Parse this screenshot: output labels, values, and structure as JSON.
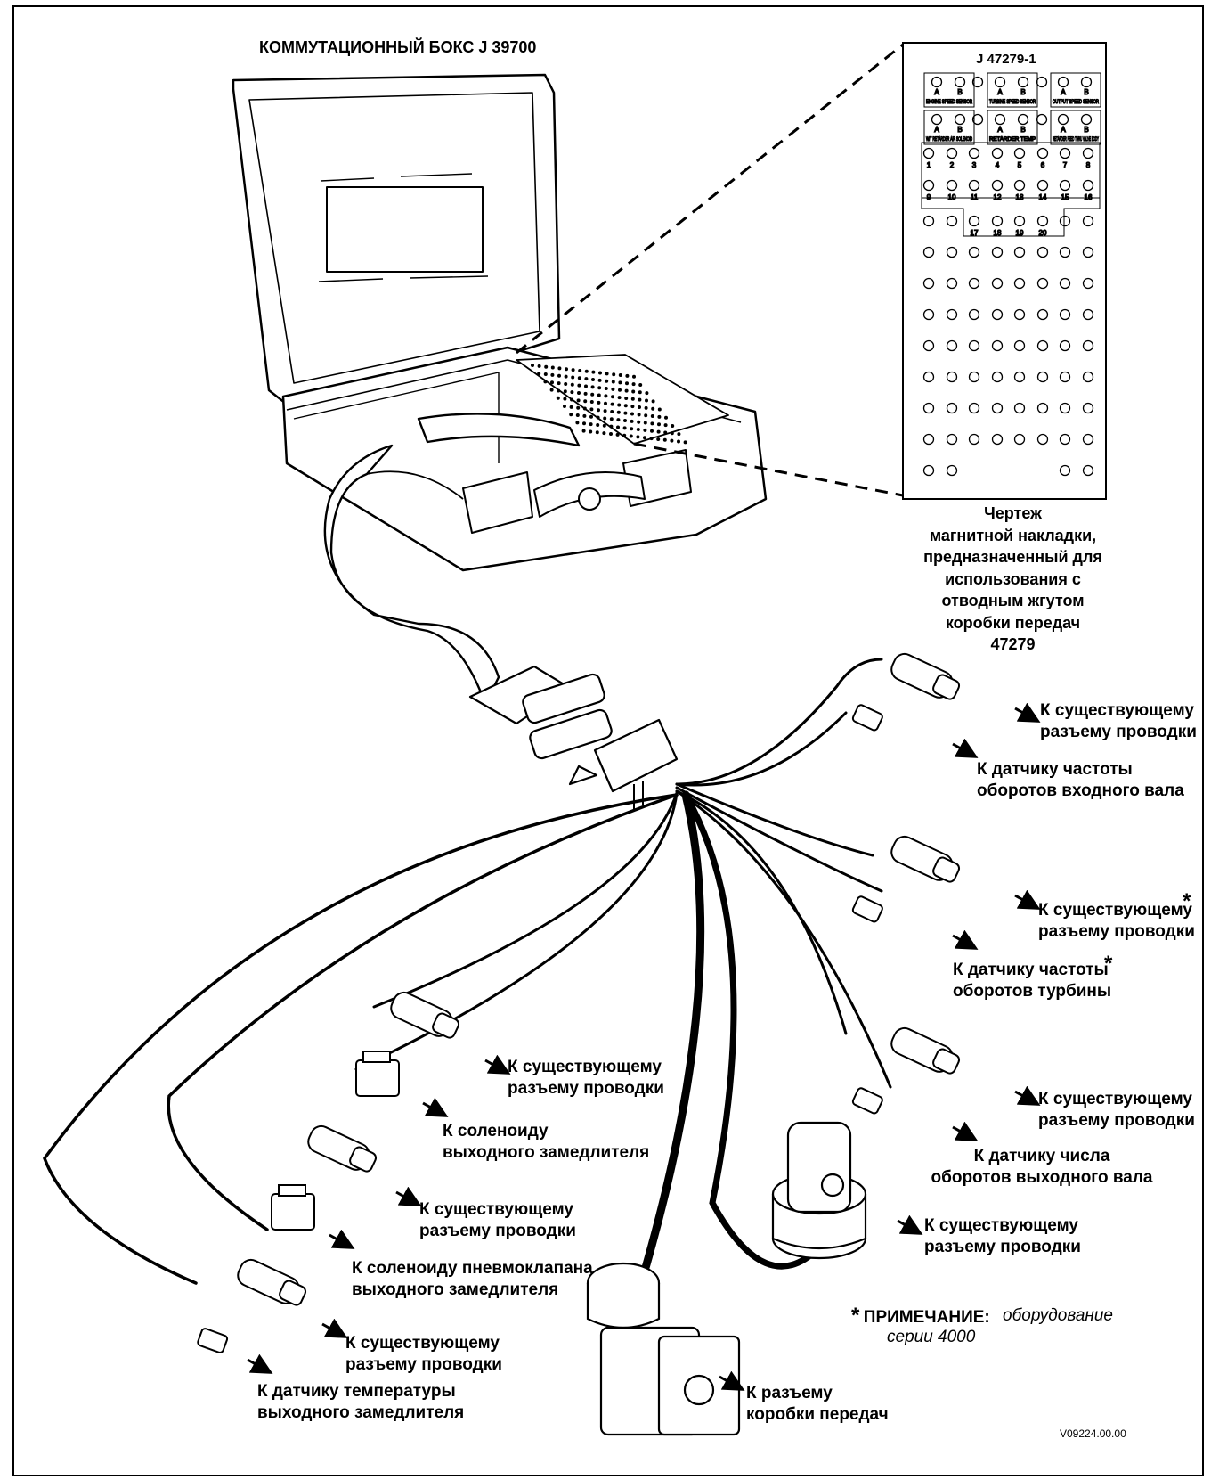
{
  "box_title": "КОММУТАЦИОННЫЙ БОКС J 39700",
  "overlay": {
    "title": "J 47279-1",
    "sensor_blocks": [
      {
        "a": "A",
        "b": "B",
        "name": "ENGINE SPEED SENSOR"
      },
      {
        "a": "A",
        "b": "B",
        "name": "TURBINE SPEED SENSOR"
      },
      {
        "a": "A",
        "b": "B",
        "name": "OUTPUT SPEED SENSOR"
      },
      {
        "a": "A",
        "b": "B",
        "name": "W/T RETARDER AIR SOLENOID"
      },
      {
        "a": "A",
        "b": "B",
        "name": "RETARDER TEMP"
      },
      {
        "a": "A",
        "b": "B",
        "name": "RETARDER FEED THRU VALVE BODY"
      }
    ],
    "pin_numbers": [
      "1",
      "2",
      "3",
      "4",
      "5",
      "6",
      "7",
      "8",
      "9",
      "10",
      "11",
      "12",
      "13",
      "14",
      "15",
      "16",
      "17",
      "18",
      "19",
      "20"
    ],
    "caption": "Чертеж\nмагнитной накладки,\nпредназначенный для\nиспользования с\nотводным жгутом\nкоробки передач\n47279"
  },
  "callouts": {
    "existing_1": "К существующему\nразъему проводки",
    "input_speed": "К датчику частоты\nоборотов входного вала",
    "existing_2": "К существующему\nразъему проводки",
    "star_2": "*",
    "turbine_speed": "К датчику частоты\nоборотов турбины",
    "star_3": "*",
    "existing_3": "К существующему\nразъему проводки",
    "output_speed": "К датчику числа\nоборотов выходного вала",
    "existing_4": "К существующему\nразъему проводки",
    "existing_5": "К существующему\nразъему проводки",
    "retarder_solenoid": "К соленоиду\nвыходного замедлителя",
    "existing_6": "К существующему\nразъему проводки",
    "air_solenoid": "К соленоиду пневмоклапана\nвыходного замедлителя",
    "existing_7": "К существующему\nразъему проводки",
    "retarder_temp": "К датчику температуры\nвыходного замедлителя",
    "transmission": "К разъему\nкоробки передач"
  },
  "note": {
    "star": "*",
    "label": "ПРИМЕЧАНИЕ:",
    "text": "оборудование\nсерии 4000"
  },
  "figure_id": "V09224.00.00"
}
